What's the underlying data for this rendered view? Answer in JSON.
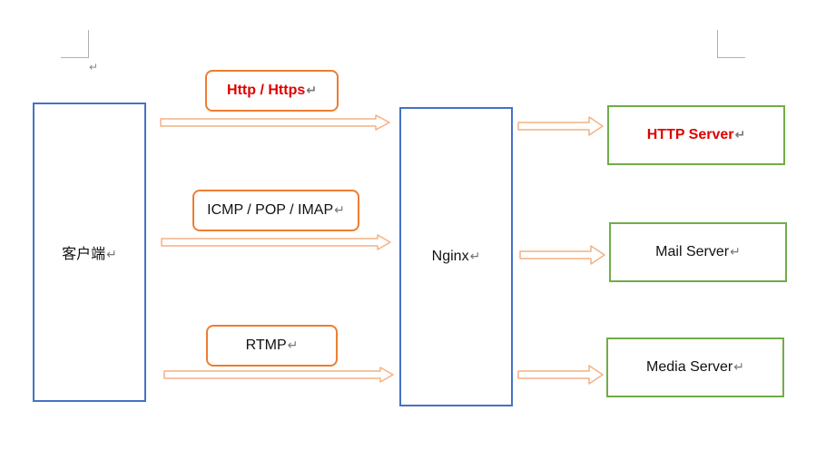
{
  "client": {
    "label": "客户端"
  },
  "proxy": {
    "label": "Nginx"
  },
  "protocols": [
    {
      "label": "Http / Https"
    },
    {
      "label": "ICMP / POP / IMAP"
    },
    {
      "label": "RTMP"
    }
  ],
  "servers": [
    {
      "label": "HTTP Server"
    },
    {
      "label": "Mail Server"
    },
    {
      "label": "Media Server"
    }
  ],
  "paragraph_mark": "↵",
  "colors": {
    "client_border": "#4472c4",
    "proxy_border": "#4472c4",
    "server_border": "#70ad47",
    "protocol_border": "#ed7d31",
    "arrow": "#f4b183",
    "highlight_text": "#e00000"
  }
}
